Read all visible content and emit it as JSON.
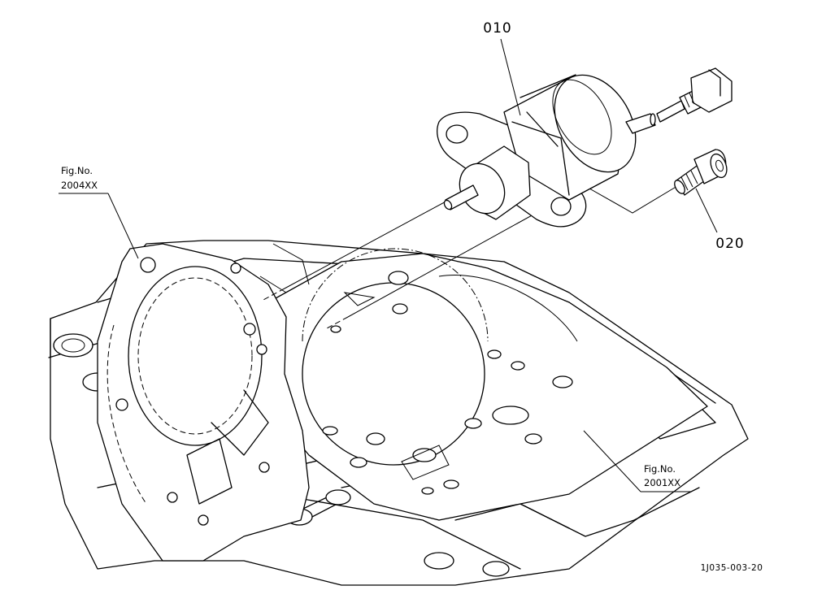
{
  "callouts": {
    "part_010": "010",
    "part_020": "020"
  },
  "figure_refs": {
    "upper_left": {
      "label": "Fig.No.",
      "number": "2004XX"
    },
    "lower_right": {
      "label": "Fig.No.",
      "number": "2001XX"
    }
  },
  "drawing_code": "1J035-003-20"
}
